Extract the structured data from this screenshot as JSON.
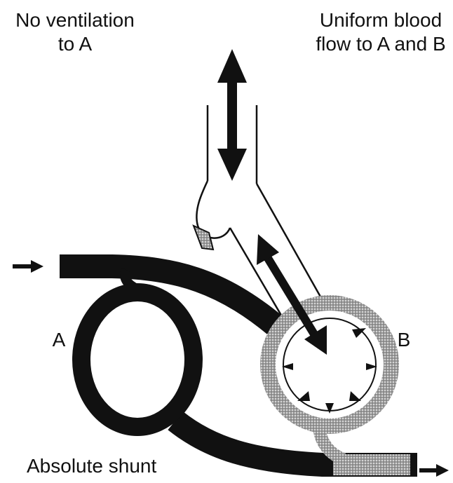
{
  "labels": {
    "no_ventilation": "No ventilation to A",
    "uniform_flow": "Uniform blood flow to A and B",
    "alveolus_a": "A",
    "alveolus_b": "B",
    "shunt": "Absolute shunt"
  },
  "colors": {
    "ink": "#111111",
    "stipple": "#8a8a8a",
    "background": "#ffffff"
  }
}
